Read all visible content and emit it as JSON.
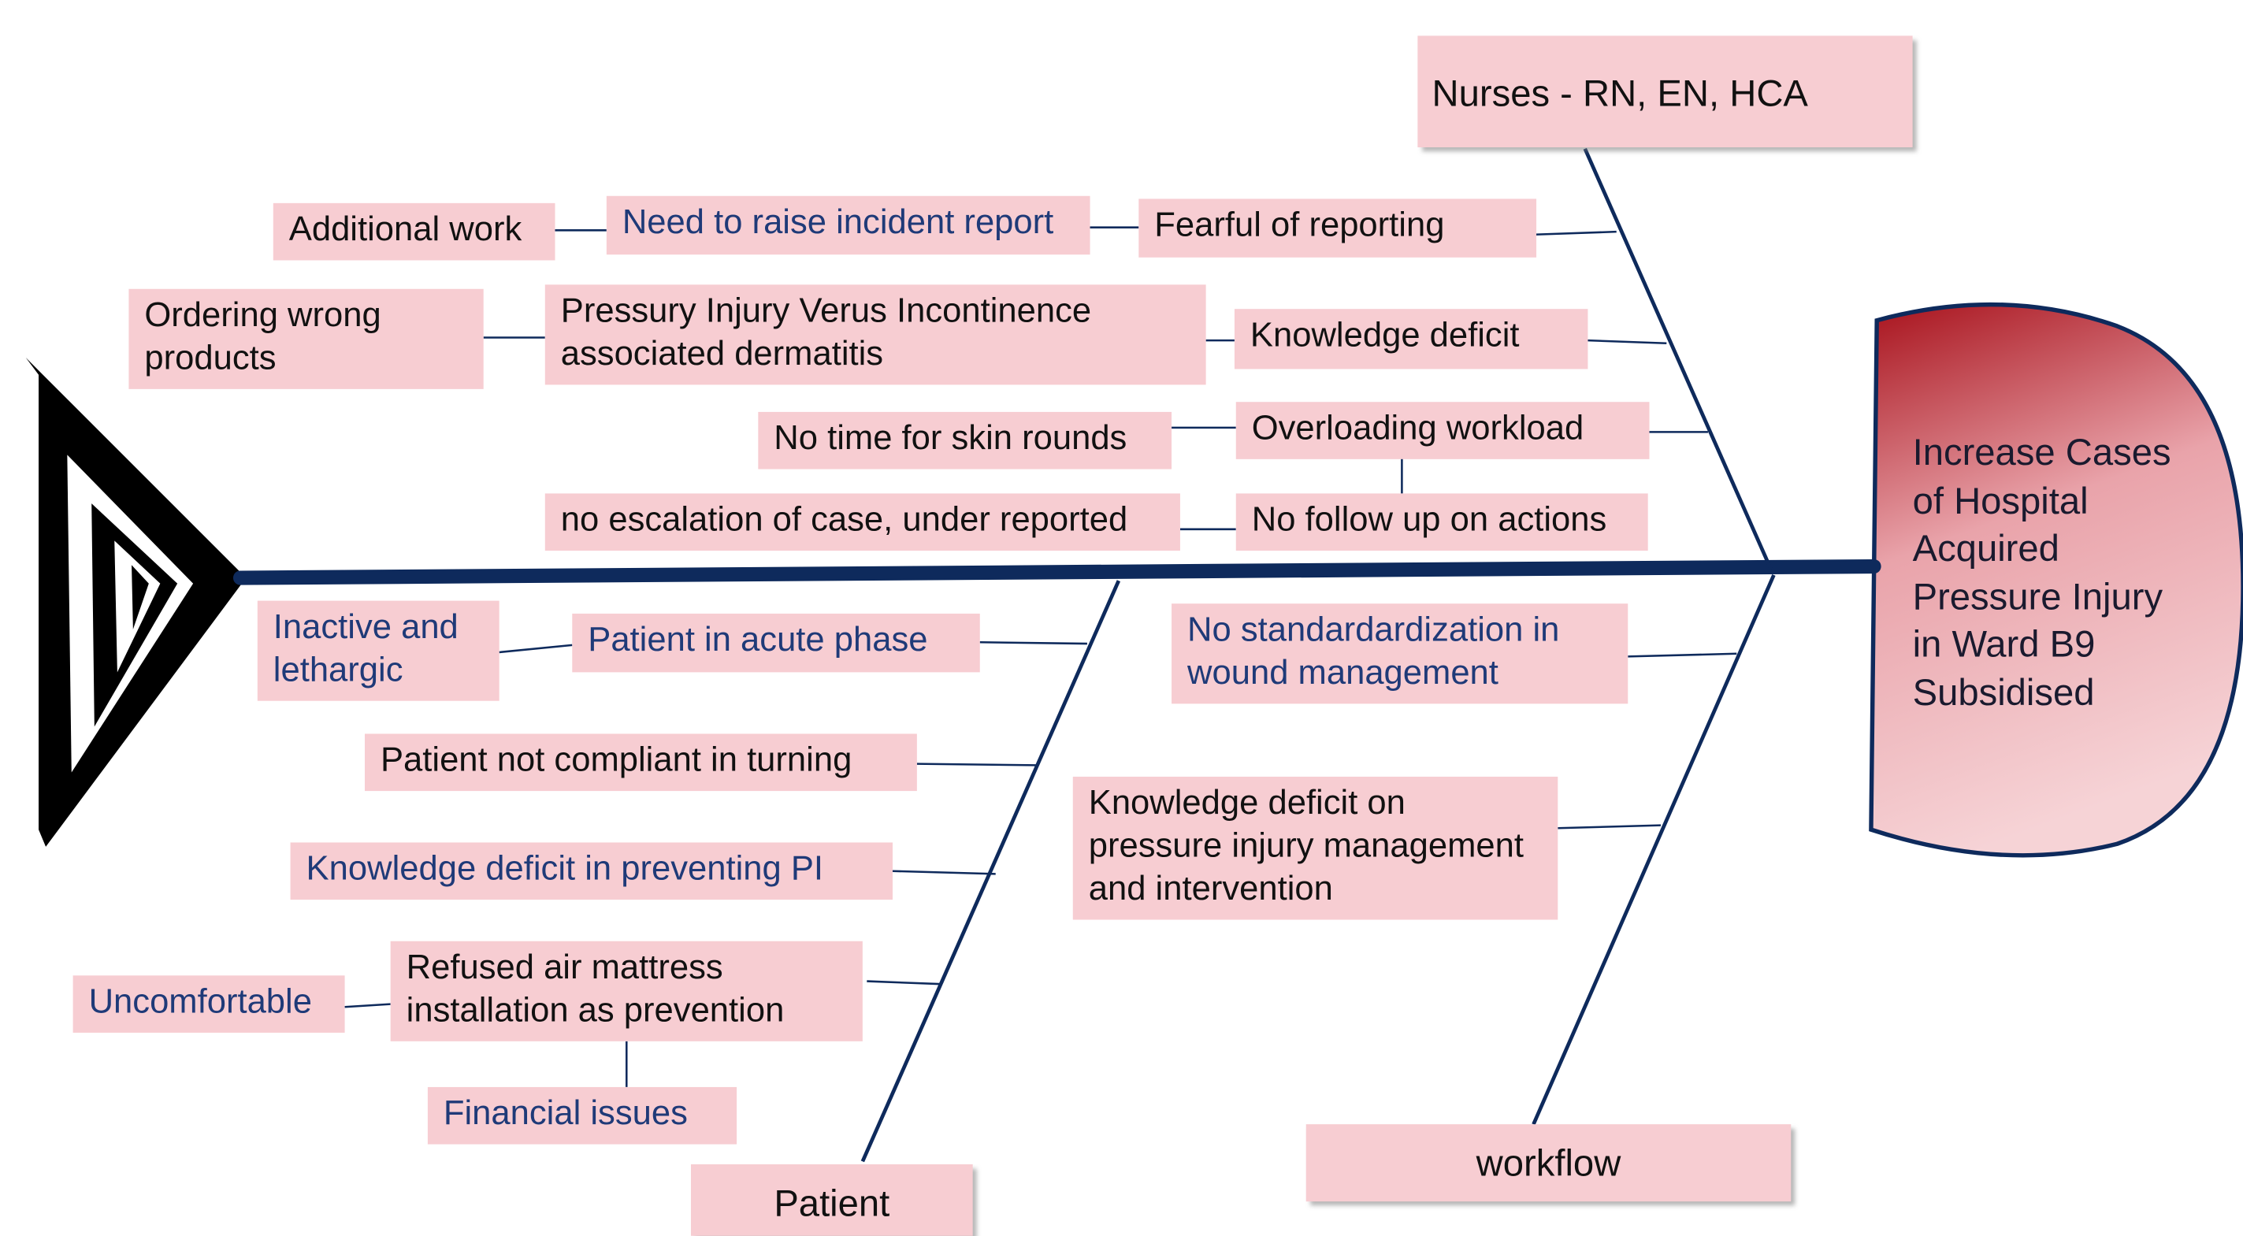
{
  "colors": {
    "box_fill": "#f7cdd2",
    "spine": "#0e2a5c",
    "head_gradient_top": "#a8121c",
    "head_gradient_bottom": "#f6d3d6",
    "blue_text": "#1f3a78"
  },
  "head": {
    "label": "Increase Cases\nof Hospital\nAcquired\nPressure Injury\nin Ward B9\nSubsidised"
  },
  "categories": {
    "nurses": "Nurses - RN, EN, HCA",
    "patient": "Patient",
    "workflow": "workflow"
  },
  "causes": {
    "fearful_reporting": "Fearful of reporting",
    "incident_report": "Need to raise incident report",
    "additional_work": "Additional work",
    "knowledge_deficit": "Knowledge  deficit",
    "pi_vs_iad": "Pressury Injury  Verus Incontinence\nassociated dermatitis",
    "ordering_wrong": "Ordering wrong\nproducts",
    "overloading": "Overloading workload",
    "no_time_skin": "No time for skin rounds",
    "no_follow_up": "No follow up on actions",
    "no_escalation": "no escalation of case, under reported",
    "acute_phase": "Patient in acute phase",
    "inactive": "Inactive and\nlethargic",
    "not_compliant": "Patient not compliant  in turning",
    "knowledge_pi": "Knowledge  deficit in preventing PI",
    "refused_mattress": "Refused air mattress\ninstallation as prevention",
    "uncomfortable": "Uncomfortable",
    "financial": "Financial issues",
    "no_standard": "No standardardization in\nwound management",
    "knowledge_mgmt": "Knowledge  deficit on\npressure injury management\nand intervention"
  }
}
